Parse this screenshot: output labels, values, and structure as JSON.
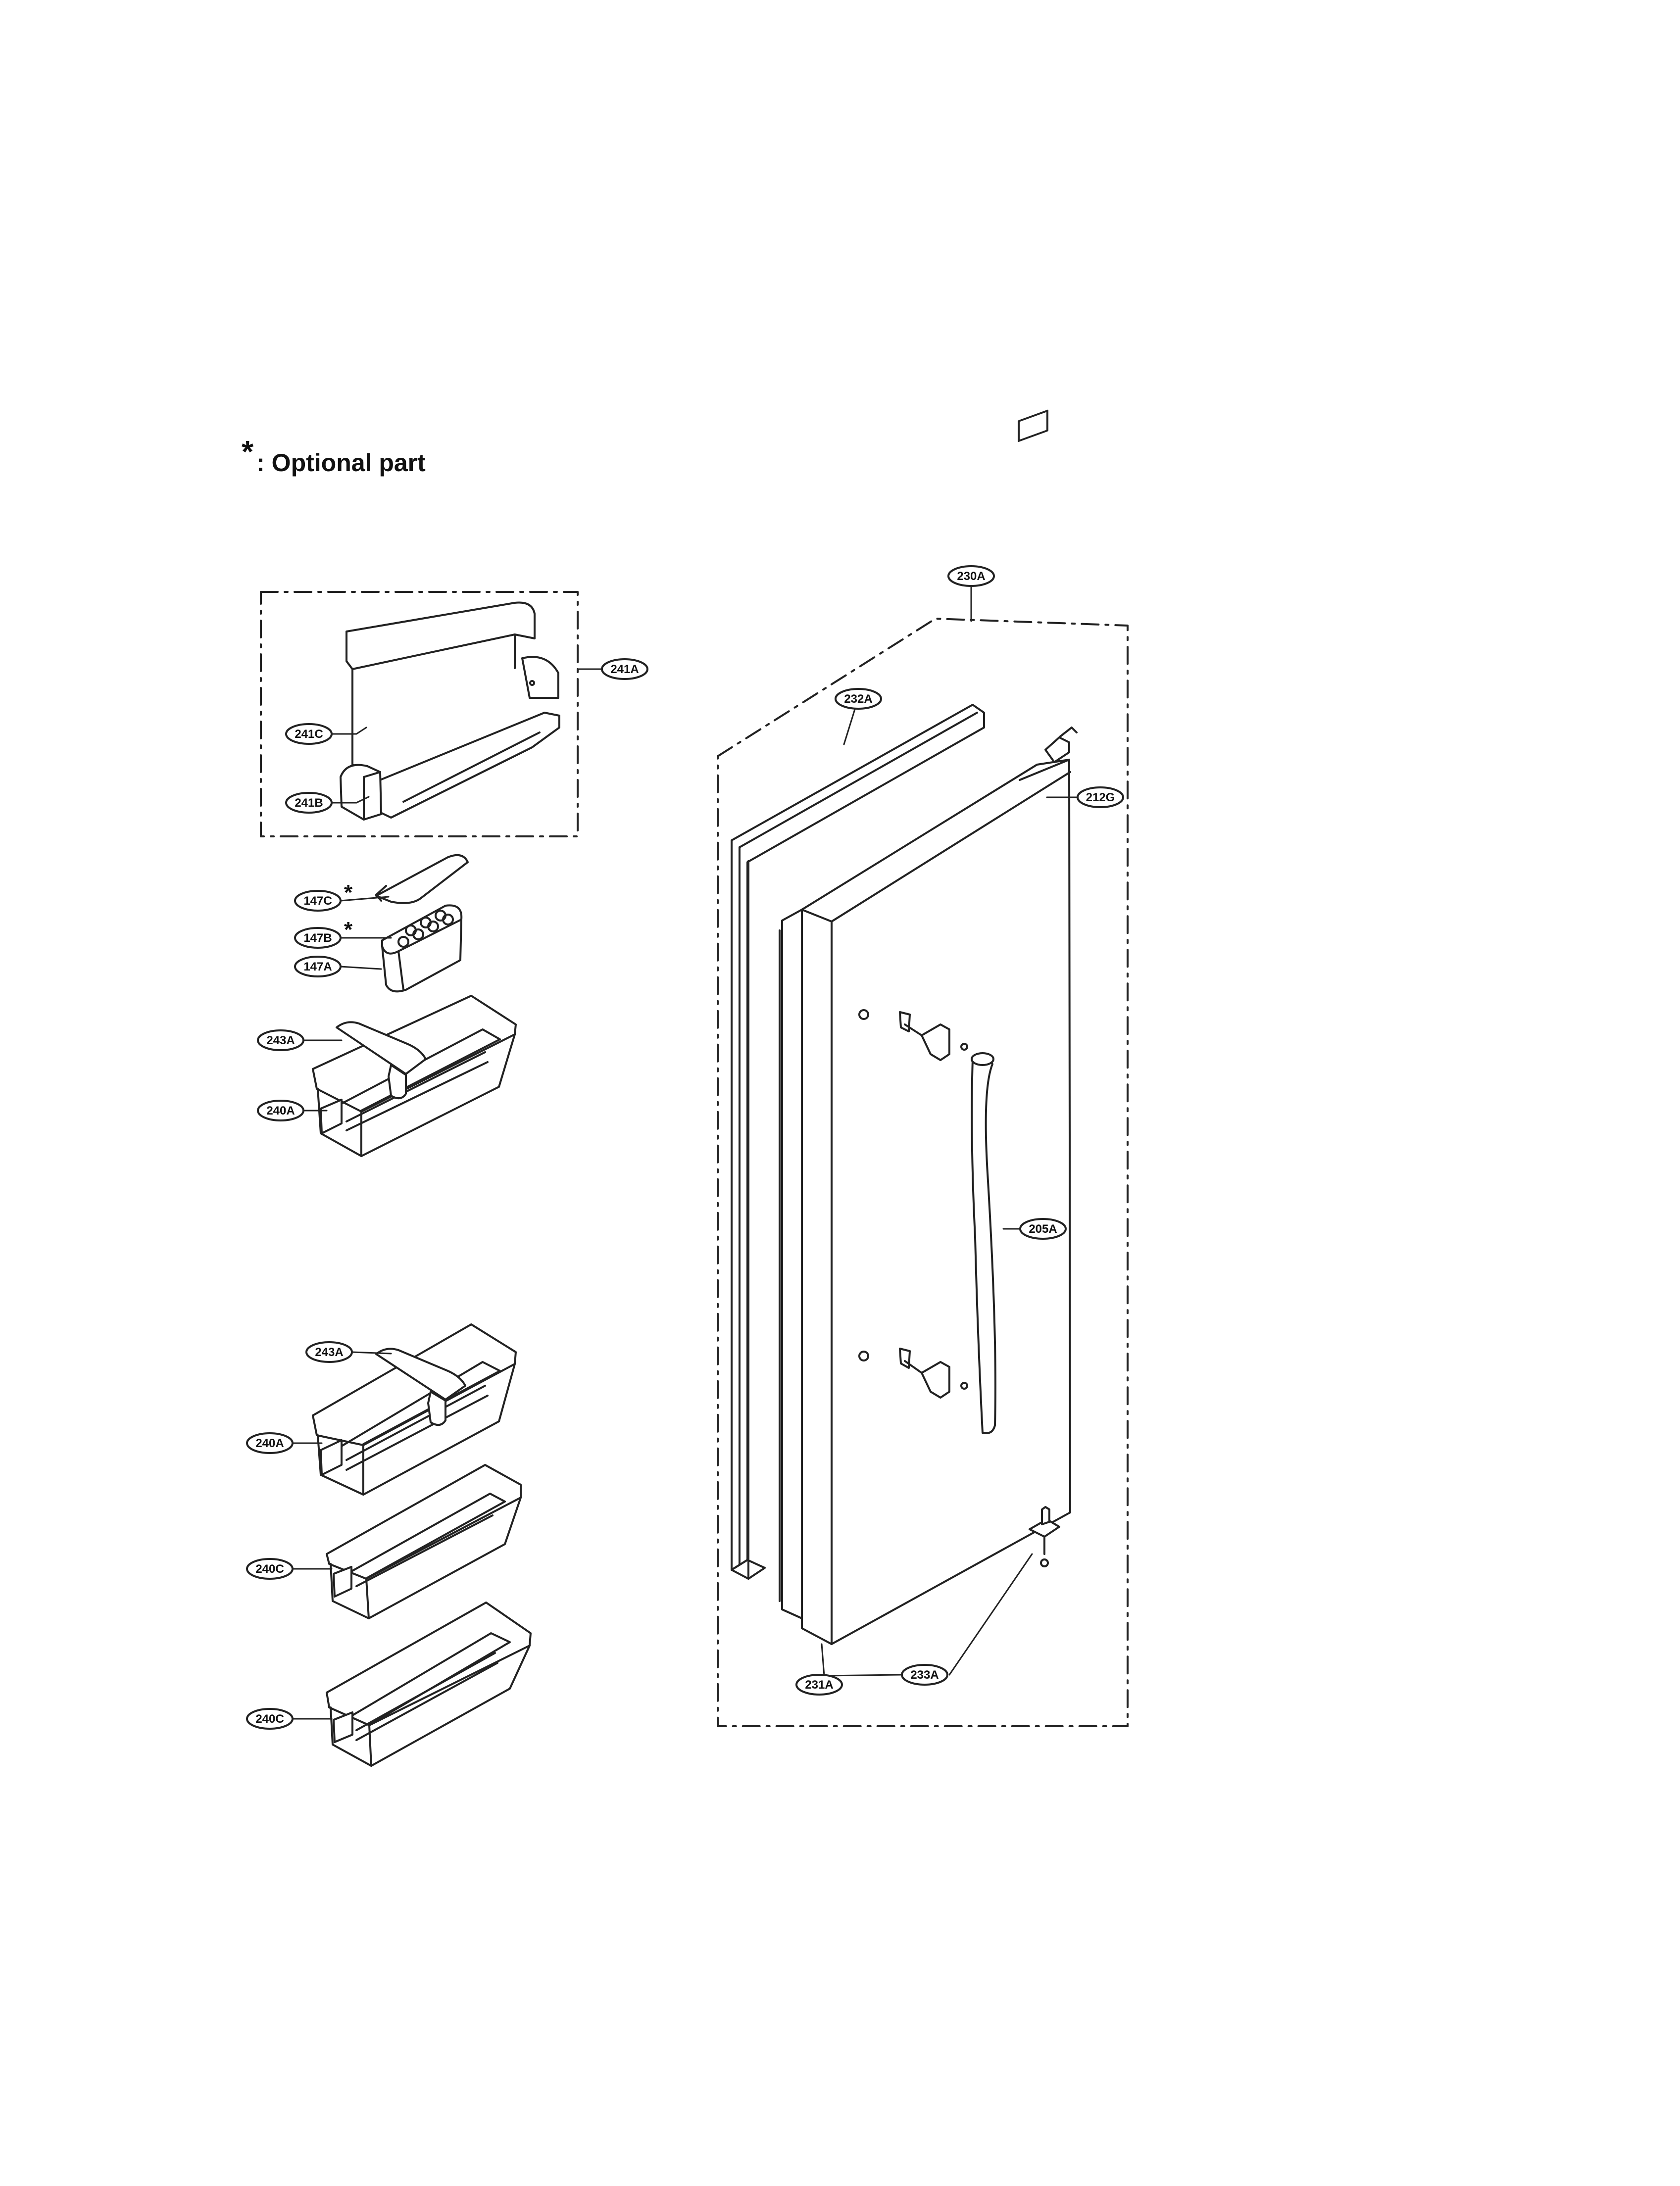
{
  "legend": {
    "symbol": "*",
    "text": ": Optional part"
  },
  "callouts": {
    "c241A": "241A",
    "c241C": "241C",
    "c241B": "241B",
    "c147C": "147C",
    "c147B": "147B",
    "c147A": "147A",
    "c243A_1": "243A",
    "c240A_1": "240A",
    "c243A_2": "243A",
    "c240A_2": "240A",
    "c240C_1": "240C",
    "c240C_2": "240C",
    "c230A": "230A",
    "c232A": "232A",
    "c212G": "212G",
    "c205A": "205A",
    "c231A": "231A",
    "c233A": "233A"
  },
  "optional_marker": "*"
}
